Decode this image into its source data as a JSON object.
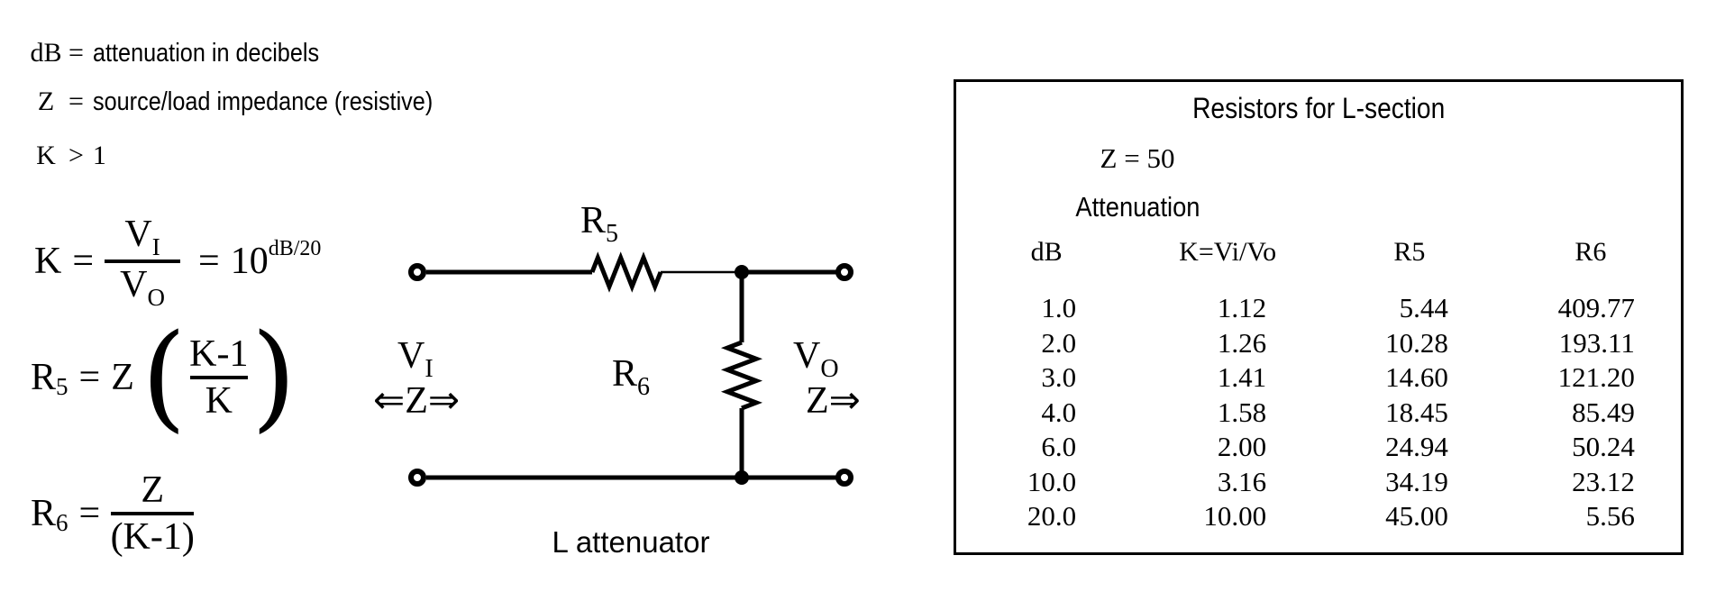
{
  "colors": {
    "ink": "#000000",
    "paper": "#ffffff"
  },
  "definitions": [
    {
      "symbol": "dB",
      "relation": "=",
      "text": "attenuation in decibels"
    },
    {
      "symbol": "Z",
      "relation": "=",
      "text": "source/load impedance (resistive)"
    },
    {
      "symbol": "K",
      "relation": ">",
      "text": "1"
    }
  ],
  "formulas": {
    "k": {
      "lhs": "K",
      "eq": "=",
      "num_base": "V",
      "num_sub": "I",
      "den_base": "V",
      "den_sub": "O",
      "eq2": "=",
      "base": "10",
      "exponent": "dB/20"
    },
    "r5": {
      "lhs_base": "R",
      "lhs_sub": "5",
      "eq": "=",
      "coeff": "Z",
      "open_paren": "(",
      "num": "K-1",
      "den": "K",
      "close_paren": ")"
    },
    "r6": {
      "lhs_base": "R",
      "lhs_sub": "6",
      "eq": "=",
      "num": "Z",
      "den": "(K-1)"
    }
  },
  "circuit": {
    "series_resistor": {
      "base": "R",
      "sub": "5"
    },
    "shunt_resistor": {
      "base": "R",
      "sub": "6"
    },
    "input_voltage": {
      "base": "V",
      "sub": "I"
    },
    "output_voltage": {
      "base": "V",
      "sub": "O"
    },
    "input_impedance": {
      "left_arrow": "⇐",
      "symbol": "Z",
      "right_arrow": "⇒"
    },
    "output_impedance": {
      "symbol": "Z",
      "right_arrow": "⇒"
    },
    "caption": "L attenuator"
  },
  "table": {
    "title": "Resistors for L-section",
    "impedance": "Z = 50",
    "attenuation_label": "Attenuation",
    "columns": [
      "dB",
      "K=Vi/Vo",
      "R5",
      "R6"
    ],
    "rows": [
      [
        "1.0",
        "1.12",
        "5.44",
        "409.77"
      ],
      [
        "2.0",
        "1.26",
        "10.28",
        "193.11"
      ],
      [
        "3.0",
        "1.41",
        "14.60",
        "121.20"
      ],
      [
        "4.0",
        "1.58",
        "18.45",
        "85.49"
      ],
      [
        "6.0",
        "2.00",
        "24.94",
        "50.24"
      ],
      [
        "10.0",
        "3.16",
        "34.19",
        "23.12"
      ],
      [
        "20.0",
        "10.00",
        "45.00",
        "5.56"
      ]
    ]
  }
}
